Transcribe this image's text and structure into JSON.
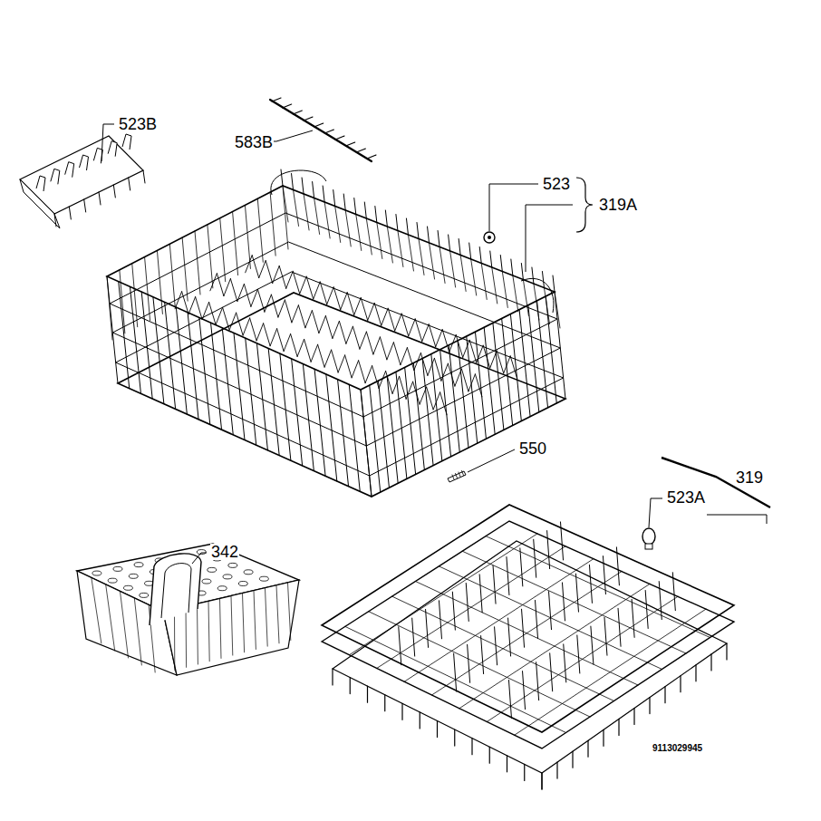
{
  "diagram": {
    "labels": [
      "523B",
      "583B",
      "523",
      "319A",
      "550",
      "319",
      "523A",
      "342",
      "9113029945"
    ]
  }
}
